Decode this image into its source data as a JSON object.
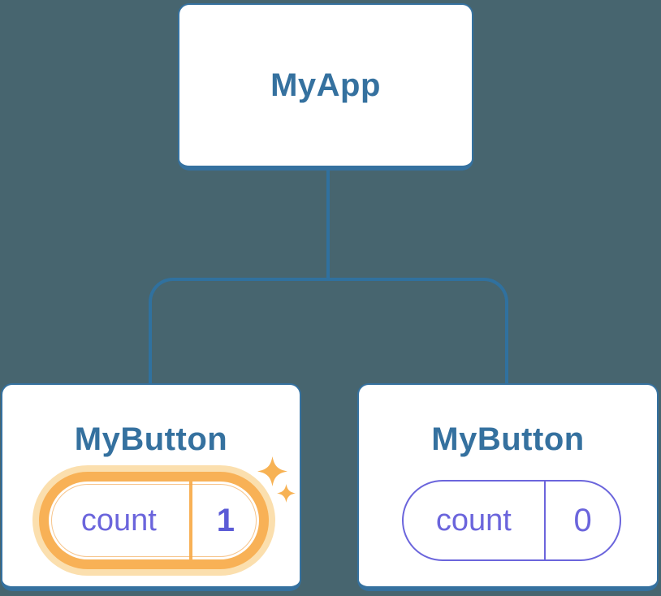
{
  "colors": {
    "background": "#47656F",
    "node_border": "#35719F",
    "node_text": "#35719F",
    "connector": "#30719F",
    "state_text": "#6B65DC",
    "highlight_value_text": "#5B5BD6",
    "highlight_ring": "#F8B156",
    "highlight_glow": "#FBDFAE",
    "sparkle": "#F7B254"
  },
  "tree": {
    "root": {
      "label": "MyApp"
    },
    "children": [
      {
        "label": "MyButton",
        "state": {
          "key": "count",
          "value": "1"
        },
        "highlighted": true,
        "icons": [
          "sparkle-large-icon",
          "sparkle-small-icon"
        ]
      },
      {
        "label": "MyButton",
        "state": {
          "key": "count",
          "value": "0"
        },
        "highlighted": false
      }
    ]
  }
}
